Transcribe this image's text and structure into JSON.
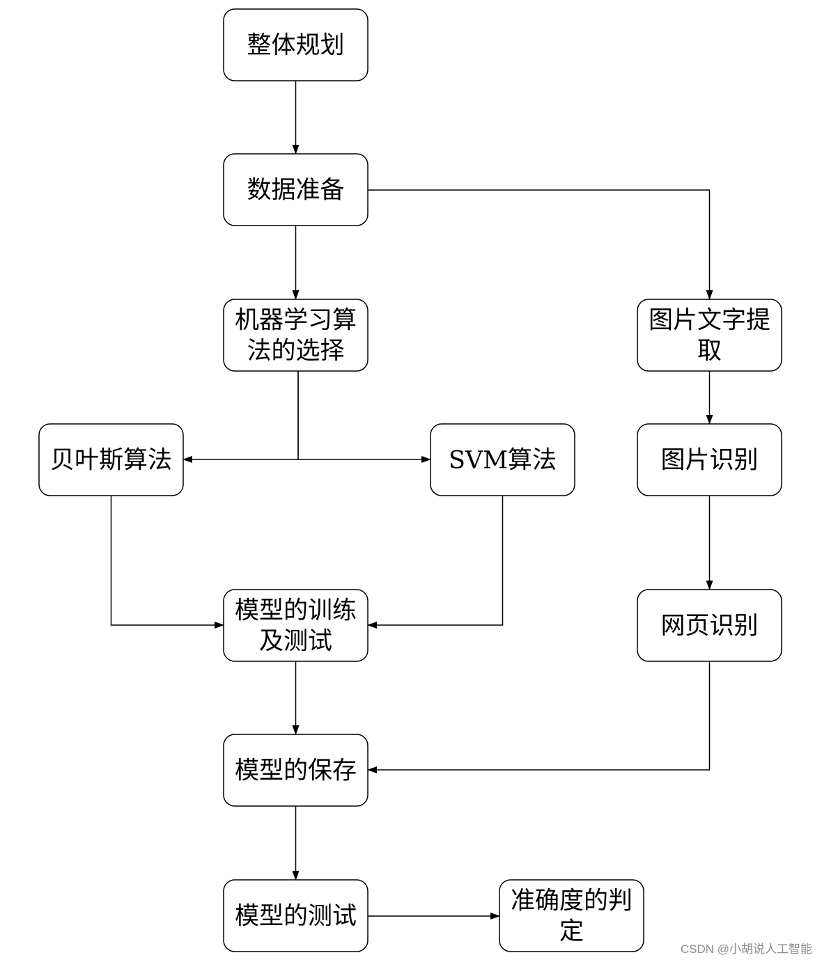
{
  "nodes": {
    "planning": [
      "整体规划"
    ],
    "data_prep": [
      "数据准备"
    ],
    "ml_select": [
      "机器学习算",
      "法的选择"
    ],
    "bayes": [
      "贝叶斯算法"
    ],
    "svm": [
      "SVM算法"
    ],
    "train_test": [
      "模型的训练",
      "及测试"
    ],
    "save": [
      "模型的保存"
    ],
    "test": [
      "模型的测试"
    ],
    "accuracy": [
      "准确度的判",
      "定"
    ],
    "img_text": [
      "图片文字提",
      "取"
    ],
    "img_rec": [
      "图片识别"
    ],
    "web_rec": [
      "网页识别"
    ]
  },
  "edges": [
    [
      "planning",
      "data_prep"
    ],
    [
      "data_prep",
      "ml_select"
    ],
    [
      "data_prep",
      "img_text"
    ],
    [
      "ml_select",
      "bayes"
    ],
    [
      "ml_select",
      "svm"
    ],
    [
      "bayes",
      "train_test"
    ],
    [
      "svm",
      "train_test"
    ],
    [
      "train_test",
      "save"
    ],
    [
      "img_text",
      "img_rec"
    ],
    [
      "img_rec",
      "web_rec"
    ],
    [
      "web_rec",
      "save"
    ],
    [
      "save",
      "test"
    ],
    [
      "test",
      "accuracy"
    ]
  ],
  "watermark": "CSDN @小胡说人工智能"
}
